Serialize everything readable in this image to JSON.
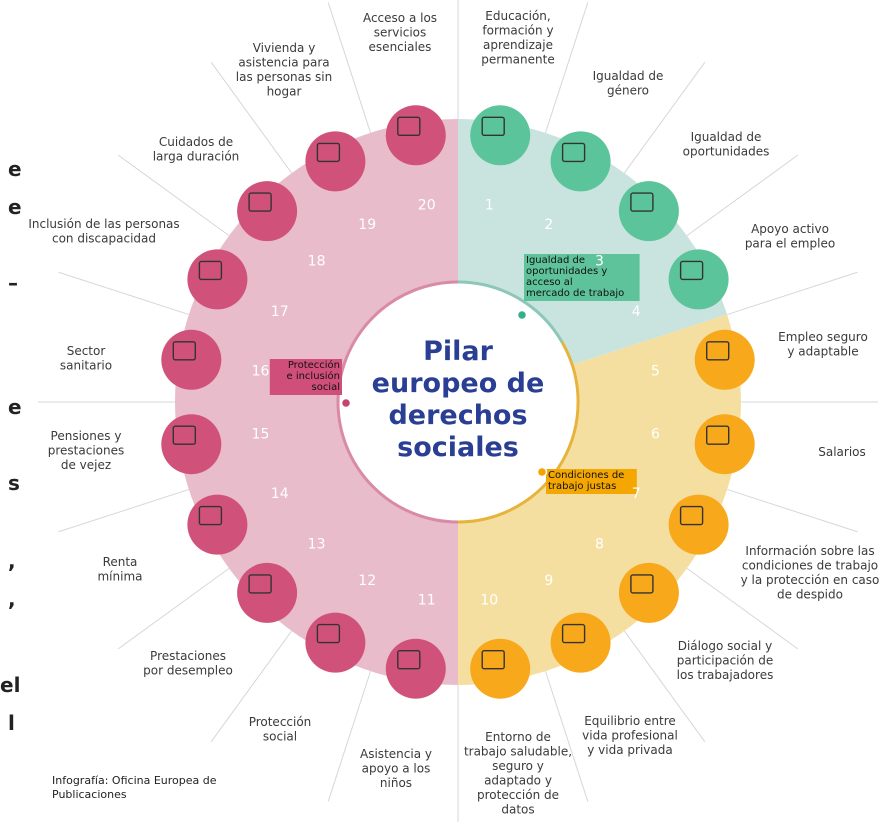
{
  "center_title": [
    "Pilar",
    "europeo de",
    "derechos",
    "sociales"
  ],
  "sections": [
    {
      "lines": [
        "Igualdad de",
        "oportunidades y",
        "acceso al",
        "mercado de trabajo"
      ],
      "color": "#33b08a"
    },
    {
      "lines": [
        "Condiciones de",
        "trabajo justas"
      ],
      "color": "#f4a400"
    },
    {
      "lines": [
        "Protección",
        "e inclusión",
        "social"
      ],
      "color": "#c9416f"
    }
  ],
  "principles": [
    {
      "num": "1",
      "lines": [
        "Educación,",
        "formación y",
        "aprendizaje",
        "permanente"
      ]
    },
    {
      "num": "2",
      "lines": [
        "Igualdad de",
        "género"
      ]
    },
    {
      "num": "3",
      "lines": [
        "Igualdad de",
        "oportunidades"
      ]
    },
    {
      "num": "4",
      "lines": [
        "Apoyo activo",
        "para el empleo"
      ]
    },
    {
      "num": "5",
      "lines": [
        "Empleo seguro",
        "y adaptable"
      ]
    },
    {
      "num": "6",
      "lines": [
        "Salarios"
      ]
    },
    {
      "num": "7",
      "lines": [
        "Información sobre las",
        "condiciones de trabajo",
        "y la protección en caso",
        "de despido"
      ]
    },
    {
      "num": "8",
      "lines": [
        "Diálogo social y",
        "participación de",
        "los trabajadores"
      ]
    },
    {
      "num": "9",
      "lines": [
        "Equilibrio entre",
        "vida profesional",
        "y vida privada"
      ]
    },
    {
      "num": "10",
      "lines": [
        "Entorno de",
        "trabajo saludable,",
        "seguro y",
        "adaptado y",
        "protección de",
        "datos"
      ]
    },
    {
      "num": "11",
      "lines": [
        "Asistencia y",
        "apoyo a los",
        "niños"
      ]
    },
    {
      "num": "12",
      "lines": [
        "Protección",
        "social"
      ]
    },
    {
      "num": "13",
      "lines": [
        "Prestaciones",
        "por desempleo"
      ]
    },
    {
      "num": "14",
      "lines": [
        "Renta",
        "mínima"
      ]
    },
    {
      "num": "15",
      "lines": [
        "Pensiones y",
        "prestaciones",
        "de vejez"
      ]
    },
    {
      "num": "16",
      "lines": [
        "Sector",
        "sanitario"
      ]
    },
    {
      "num": "17",
      "lines": [
        "Inclusión de las personas",
        "con discapacidad"
      ]
    },
    {
      "num": "18",
      "lines": [
        "Cuidados de",
        "larga duración"
      ]
    },
    {
      "num": "19",
      "lines": [
        "Vivienda y",
        "asistencia para",
        "las personas sin",
        "hogar"
      ]
    },
    {
      "num": "20",
      "lines": [
        "Acceso a los",
        "servicios",
        "esenciales"
      ]
    }
  ],
  "left_edge_fragments": [
    "e",
    "e",
    "–",
    "e",
    "s",
    ",",
    ",",
    "el",
    "l"
  ],
  "credit": [
    "Infografía: Oficina Europea de",
    "Publicaciones"
  ],
  "colors": {
    "green_dark": "#5cc49a",
    "green_light": "#c9e3df",
    "orange_dark": "#f7a81b",
    "orange_light": "#f5dfa0",
    "pink_dark": "#d0527a",
    "pink_light": "#e8bccb",
    "title": "#2a3f94"
  }
}
